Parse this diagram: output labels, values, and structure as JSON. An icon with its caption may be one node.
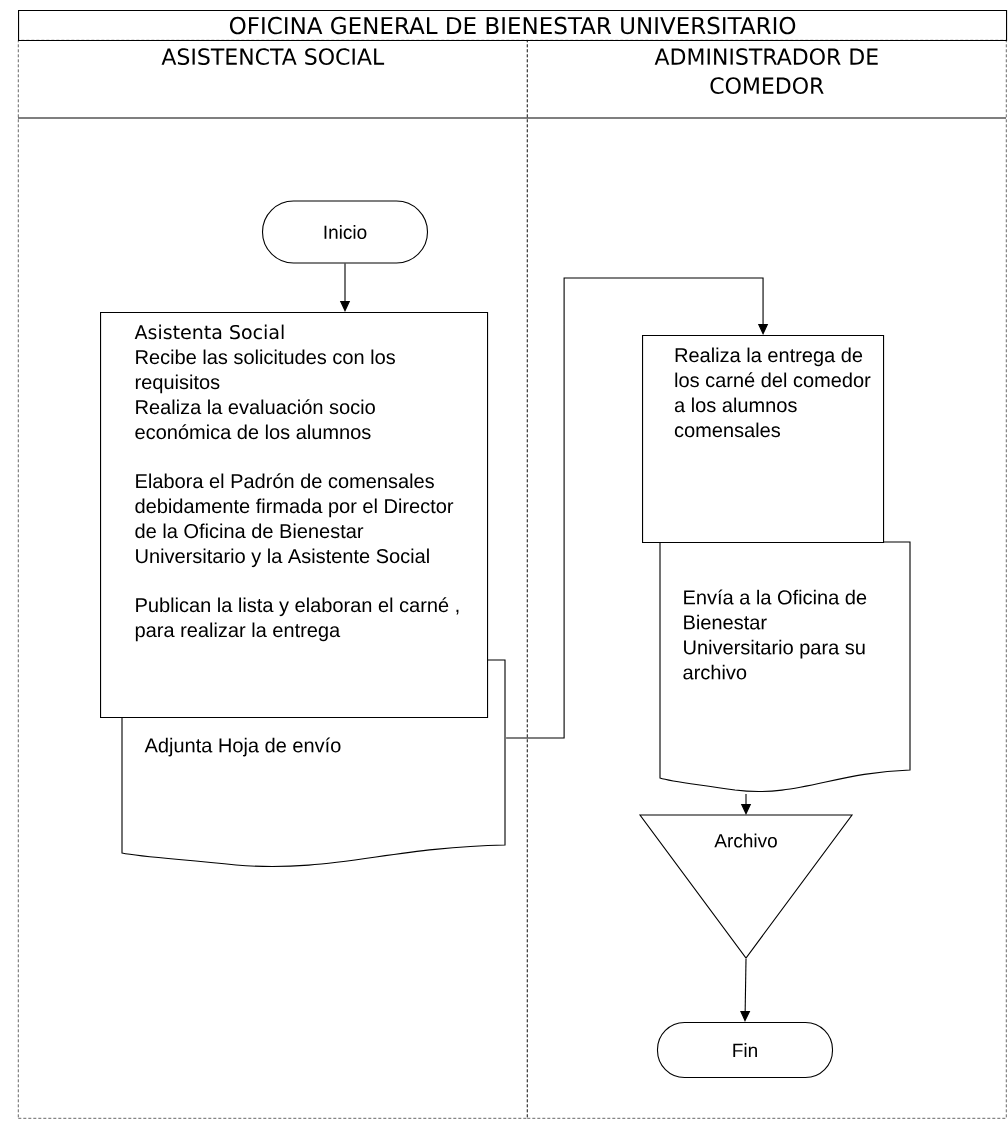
{
  "diagram": {
    "title": "OFICINA GENERAL DE BIENESTAR UNIVERSITARIO",
    "nodes": [
      {
        "text": [
          "ASISTENCTA SOCIAL"
        ]
      },
      {
        "text": [
          "ADMINISTRADOR DE COMEDOR"
        ]
      },
      {
        "text": [
          "Inicio"
        ],
        "in": 0
      },
      {
        "text": [
          "Asistenta Social",
          "Recibe las solicitudes con los requisitos",
          "Realiza la evaluación socio económica de los alumnos",
          "Elabora el Padrón de comensales debidamente firmada por el Director de la Oficina de Bienestar Universitario y la Asistente Social",
          "Publican la lista y elaboran el carné , para realizar la entrega"
        ],
        "in": 0
      },
      {
        "text": [
          "Adjunta Hoja de envío"
        ],
        "in": 0
      },
      {
        "text": [
          "Realiza la entrega de los carné del comedor a los alumnos comensales"
        ],
        "in": 1
      },
      {
        "text": [
          "Envía a la Oficina de Bienestar Universitario para su archivo"
        ],
        "in": 1
      },
      {
        "text": [
          "Archivo"
        ],
        "in": 1
      },
      {
        "text": [
          "Fin"
        ],
        "in": 1
      }
    ],
    "edges": [
      {
        "from": 2,
        "to": 3,
        "arrow": "to"
      },
      {
        "from": 4,
        "to": 5,
        "arrow": "to"
      },
      {
        "from": 6,
        "to": 7,
        "arrow": "to"
      },
      {
        "from": 7,
        "to": 8,
        "arrow": "to"
      }
    ]
  }
}
